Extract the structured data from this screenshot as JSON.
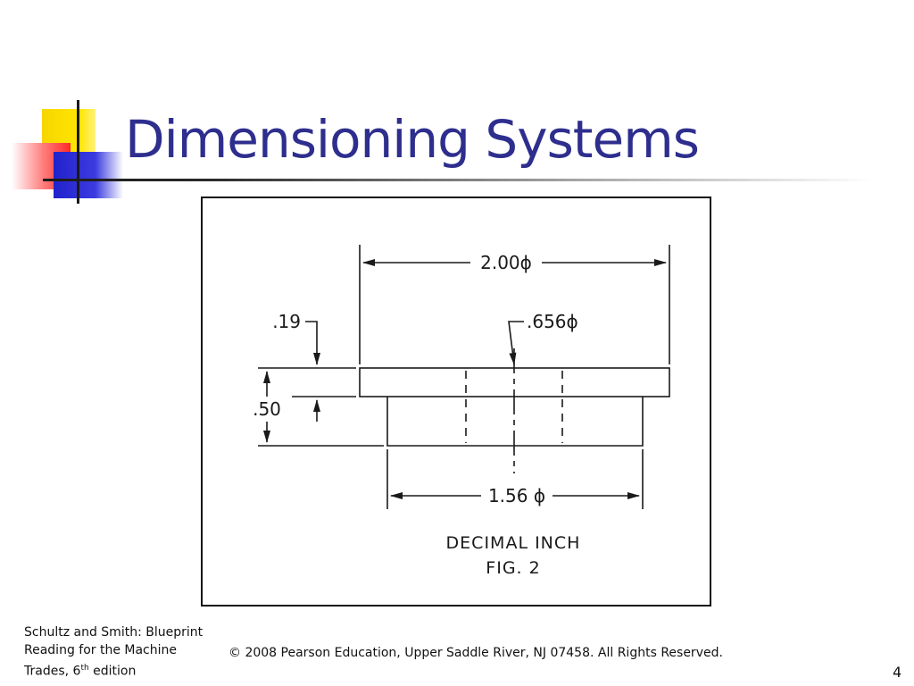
{
  "slide": {
    "title": "Dimensioning Systems",
    "page_number": "4"
  },
  "figure": {
    "dims": {
      "overall_diameter": "2.00ϕ",
      "hole_diameter": ".656ϕ",
      "flange_thickness": ".19",
      "total_height": ".50",
      "hub_diameter": "1.56 ϕ"
    },
    "caption_line1": "DECIMAL INCH",
    "caption_line2": "FIG. 2"
  },
  "footer": {
    "source_line1": "Schultz and Smith: Blueprint",
    "source_line2": "Reading for the Machine",
    "source_line3_pre": "Trades, 6",
    "source_line3_sup": "th",
    "source_line3_post": " edition",
    "copyright": "© 2008 Pearson Education, Upper Saddle River, NJ 07458. All Rights Reserved."
  }
}
